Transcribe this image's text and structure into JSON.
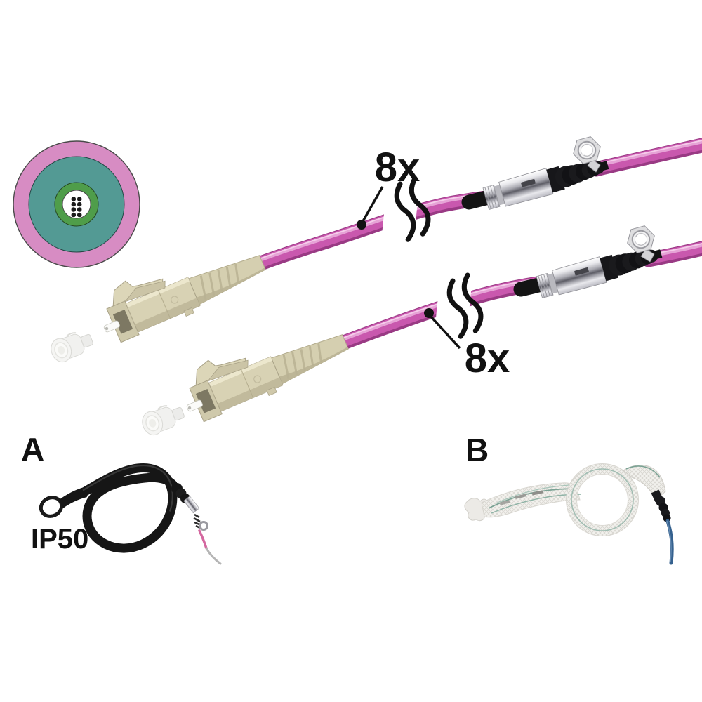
{
  "labels": {
    "count_top": "8x",
    "count_bottom": "8x",
    "variant_a": "A",
    "variant_b": "B",
    "ip_rating": "IP50"
  },
  "cross_section": {
    "fiber_count": 8,
    "fiber_dot_color": "#1a1a1a",
    "rings": [
      {
        "name": "outer-jacket",
        "color": "#d78cc3"
      },
      {
        "name": "strength-layer",
        "color": "#539a94"
      },
      {
        "name": "buffer-tube",
        "color": "#4f9d4a"
      },
      {
        "name": "core-area",
        "color": "#ffffff"
      }
    ]
  },
  "components": [
    "cable-cross-section-diagram",
    "lc-connector-with-dust-cap-top",
    "lc-connector-with-dust-cap-bottom",
    "fiber-cable-top",
    "fiber-cable-bottom",
    "break-symbol-top",
    "break-symbol-bottom",
    "pulling-aid-coupling-top",
    "pulling-aid-coupling-bottom",
    "pull-eye-top",
    "pull-eye-bottom",
    "variant-a-pulling-loop-cable",
    "variant-b-mesh-pulling-sock"
  ],
  "colors": {
    "cable_jacket": "#c958ae",
    "cable_highlight": "#e8a8d8",
    "cable_shadow": "#993a84",
    "connector_body": "#d8d2b4",
    "chrome": "#d9d9de",
    "strain_relief_black": "#1a1a1d",
    "pull_eye_metal": "#dedee0",
    "variant_a_cable": "#161616",
    "variant_a_wire_pink": "#d4679f",
    "variant_b_mesh": "#f1f0ec",
    "variant_b_thread": "#8fb3a6",
    "variant_b_cable_blue": "#35618e",
    "label_text": "#111111",
    "background": "#ffffff"
  }
}
